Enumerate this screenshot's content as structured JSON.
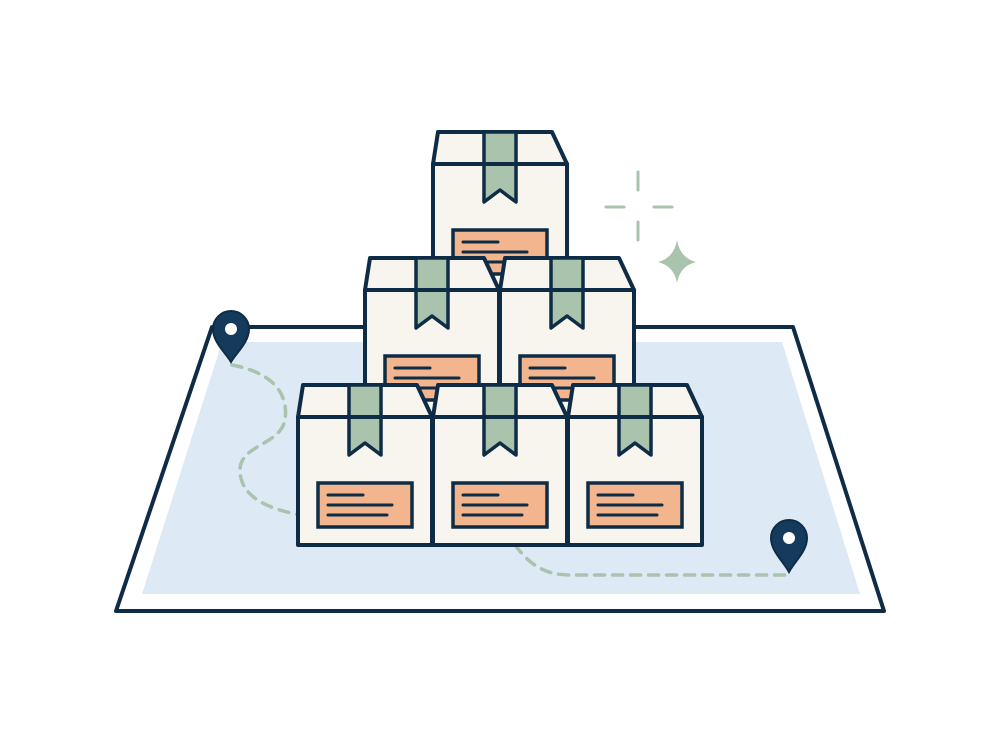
{
  "illustration": {
    "subject": "shipping-boxes-on-map",
    "box_count": 6,
    "map_pin_count": 2,
    "colors": {
      "outline": "#0f2c47",
      "map_fill": "#dde9f4",
      "box_fill": "#f7f5ee",
      "tape": "#a9c3ad",
      "label": "#f2b58e",
      "route": "#a9c3ad",
      "sparkle": "#a9c3ad",
      "pin": "#143a5c",
      "background": "#ffffff"
    }
  }
}
